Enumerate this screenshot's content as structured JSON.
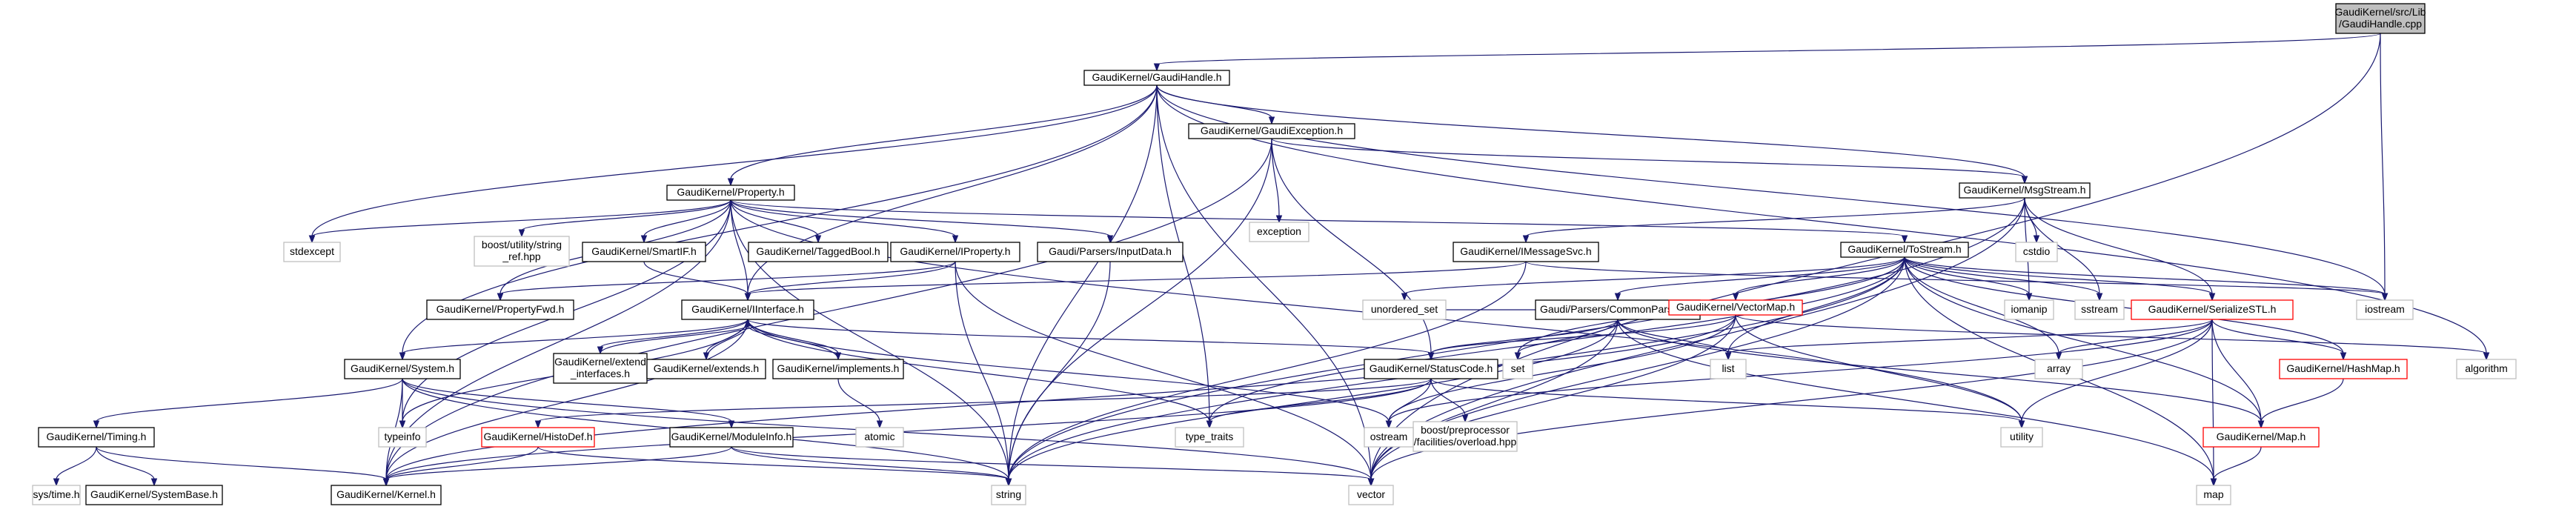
{
  "graph": {
    "root": "root",
    "nodes": [
      {
        "id": "root",
        "lines": [
          "GaudiKernel/src/Lib",
          "/GaudiHandle.cpp"
        ],
        "style": "root"
      },
      {
        "id": "gh",
        "lines": [
          "GaudiKernel/GaudiHandle.h"
        ],
        "style": "normal"
      },
      {
        "id": "ge",
        "lines": [
          "GaudiKernel/GaudiException.h"
        ],
        "style": "normal"
      },
      {
        "id": "prop",
        "lines": [
          "GaudiKernel/Property.h"
        ],
        "style": "normal"
      },
      {
        "id": "ms",
        "lines": [
          "GaudiKernel/MsgStream.h"
        ],
        "style": "normal"
      },
      {
        "id": "stdexcept",
        "lines": [
          "stdexcept"
        ],
        "style": "std"
      },
      {
        "id": "strref",
        "lines": [
          "boost/utility/string",
          "_ref.hpp"
        ],
        "style": "std"
      },
      {
        "id": "smartif",
        "lines": [
          "GaudiKernel/SmartIF.h"
        ],
        "style": "normal"
      },
      {
        "id": "tagged",
        "lines": [
          "GaudiKernel/TaggedBool.h"
        ],
        "style": "normal"
      },
      {
        "id": "iprop",
        "lines": [
          "GaudiKernel/IProperty.h"
        ],
        "style": "normal"
      },
      {
        "id": "inputdata",
        "lines": [
          "Gaudi/Parsers/InputData.h"
        ],
        "style": "normal"
      },
      {
        "id": "exception",
        "lines": [
          "exception"
        ],
        "style": "std"
      },
      {
        "id": "imsg",
        "lines": [
          "GaudiKernel/IMessageSvc.h"
        ],
        "style": "normal"
      },
      {
        "id": "tostream",
        "lines": [
          "GaudiKernel/ToStream.h"
        ],
        "style": "normal"
      },
      {
        "id": "cstdio",
        "lines": [
          "cstdio"
        ],
        "style": "std"
      },
      {
        "id": "pfwd",
        "lines": [
          "GaudiKernel/PropertyFwd.h"
        ],
        "style": "normal"
      },
      {
        "id": "iface",
        "lines": [
          "GaudiKernel/IInterface.h"
        ],
        "style": "normal"
      },
      {
        "id": "uset",
        "lines": [
          "unordered_set"
        ],
        "style": "std"
      },
      {
        "id": "cparsers",
        "lines": [
          "Gaudi/Parsers/CommonParsers.h"
        ],
        "style": "normal"
      },
      {
        "id": "iomanip",
        "lines": [
          "iomanip"
        ],
        "style": "std"
      },
      {
        "id": "sstream",
        "lines": [
          "sstream"
        ],
        "style": "std"
      },
      {
        "id": "serstl",
        "lines": [
          "GaudiKernel/SerializeSTL.h"
        ],
        "style": "trunc"
      },
      {
        "id": "iostream",
        "lines": [
          "iostream"
        ],
        "style": "std"
      },
      {
        "id": "vmap",
        "lines": [
          "GaudiKernel/VectorMap.h"
        ],
        "style": "trunc"
      },
      {
        "id": "algorithm",
        "lines": [
          "algorithm"
        ],
        "style": "std"
      },
      {
        "id": "system",
        "lines": [
          "GaudiKernel/System.h"
        ],
        "style": "normal"
      },
      {
        "id": "extif",
        "lines": [
          "GaudiKernel/extend",
          "_interfaces.h"
        ],
        "style": "normal"
      },
      {
        "id": "extends",
        "lines": [
          "GaudiKernel/extends.h"
        ],
        "style": "normal"
      },
      {
        "id": "impl",
        "lines": [
          "GaudiKernel/implements.h"
        ],
        "style": "normal"
      },
      {
        "id": "sc",
        "lines": [
          "GaudiKernel/StatusCode.h"
        ],
        "style": "normal"
      },
      {
        "id": "set",
        "lines": [
          "set"
        ],
        "style": "std"
      },
      {
        "id": "list",
        "lines": [
          "list"
        ],
        "style": "std"
      },
      {
        "id": "array",
        "lines": [
          "array"
        ],
        "style": "std"
      },
      {
        "id": "hashmap",
        "lines": [
          "GaudiKernel/HashMap.h"
        ],
        "style": "trunc"
      },
      {
        "id": "typeinfo",
        "lines": [
          "typeinfo"
        ],
        "style": "std"
      },
      {
        "id": "typetraits",
        "lines": [
          "type_traits"
        ],
        "style": "std"
      },
      {
        "id": "atomic",
        "lines": [
          "atomic"
        ],
        "style": "std"
      },
      {
        "id": "boostpp",
        "lines": [
          "boost/preprocessor",
          "/facilities/overload.hpp"
        ],
        "style": "std"
      },
      {
        "id": "ostream",
        "lines": [
          "ostream"
        ],
        "style": "std"
      },
      {
        "id": "utility",
        "lines": [
          "utility"
        ],
        "style": "std"
      },
      {
        "id": "map",
        "lines": [
          "GaudiKernel/Map.h"
        ],
        "style": "trunc"
      },
      {
        "id": "timing",
        "lines": [
          "GaudiKernel/Timing.h"
        ],
        "style": "normal"
      },
      {
        "id": "histodef",
        "lines": [
          "GaudiKernel/HistoDef.h"
        ],
        "style": "trunc"
      },
      {
        "id": "modinfo",
        "lines": [
          "GaudiKernel/ModuleInfo.h"
        ],
        "style": "normal"
      },
      {
        "id": "systime",
        "lines": [
          "sys/time.h"
        ],
        "style": "std"
      },
      {
        "id": "sysbase",
        "lines": [
          "GaudiKernel/SystemBase.h"
        ],
        "style": "normal"
      },
      {
        "id": "kernel",
        "lines": [
          "GaudiKernel/Kernel.h"
        ],
        "style": "normal"
      },
      {
        "id": "string",
        "lines": [
          "string"
        ],
        "style": "std"
      },
      {
        "id": "vector",
        "lines": [
          "vector"
        ],
        "style": "std"
      },
      {
        "id": "stdmap",
        "lines": [
          "map"
        ],
        "style": "std"
      }
    ],
    "edges": [
      [
        "root",
        "gh"
      ],
      [
        "root",
        "iostream"
      ],
      [
        "root",
        "vector"
      ],
      [
        "gh",
        "ge"
      ],
      [
        "gh",
        "prop"
      ],
      [
        "gh",
        "system"
      ],
      [
        "gh",
        "iface"
      ],
      [
        "gh",
        "stdexcept"
      ],
      [
        "gh",
        "string"
      ],
      [
        "gh",
        "typetraits"
      ],
      [
        "gh",
        "algorithm"
      ],
      [
        "gh",
        "iostream"
      ],
      [
        "gh",
        "vector"
      ],
      [
        "gh",
        "ms"
      ],
      [
        "ge",
        "exception"
      ],
      [
        "ge",
        "kernel"
      ],
      [
        "ge",
        "sc"
      ],
      [
        "ge",
        "string"
      ],
      [
        "ge",
        "ms"
      ],
      [
        "prop",
        "stdexcept"
      ],
      [
        "prop",
        "strref"
      ],
      [
        "prop",
        "smartif"
      ],
      [
        "prop",
        "tagged"
      ],
      [
        "prop",
        "iprop"
      ],
      [
        "prop",
        "inputdata"
      ],
      [
        "prop",
        "tostream"
      ],
      [
        "prop",
        "pfwd"
      ],
      [
        "prop",
        "iface"
      ],
      [
        "prop",
        "kernel"
      ],
      [
        "prop",
        "string"
      ],
      [
        "prop",
        "typeinfo"
      ],
      [
        "prop",
        "utility"
      ],
      [
        "ms",
        "imsg"
      ],
      [
        "ms",
        "serstl"
      ],
      [
        "ms",
        "cstdio"
      ],
      [
        "ms",
        "iomanip"
      ],
      [
        "ms",
        "sstream"
      ],
      [
        "ms",
        "string"
      ],
      [
        "ms",
        "vector"
      ],
      [
        "smartif",
        "iface"
      ],
      [
        "iprop",
        "pfwd"
      ],
      [
        "iprop",
        "iface"
      ],
      [
        "iprop",
        "string"
      ],
      [
        "iprop",
        "vector"
      ],
      [
        "inputdata",
        "string"
      ],
      [
        "imsg",
        "iface"
      ],
      [
        "imsg",
        "string"
      ],
      [
        "imsg",
        "iostream"
      ],
      [
        "tostream",
        "cparsers"
      ],
      [
        "tostream",
        "vmap"
      ],
      [
        "tostream",
        "serstl"
      ],
      [
        "tostream",
        "iomanip"
      ],
      [
        "tostream",
        "sstream"
      ],
      [
        "tostream",
        "iostream"
      ],
      [
        "tostream",
        "uset"
      ],
      [
        "tostream",
        "set"
      ],
      [
        "tostream",
        "list"
      ],
      [
        "tostream",
        "array"
      ],
      [
        "tostream",
        "map"
      ],
      [
        "tostream",
        "hashmap"
      ],
      [
        "tostream",
        "string"
      ],
      [
        "tostream",
        "vector"
      ],
      [
        "tostream",
        "stdmap"
      ],
      [
        "tostream",
        "typetraits"
      ],
      [
        "iface",
        "system"
      ],
      [
        "iface",
        "extif"
      ],
      [
        "iface",
        "extends"
      ],
      [
        "iface",
        "impl"
      ],
      [
        "iface",
        "sc"
      ],
      [
        "iface",
        "kernel"
      ],
      [
        "iface",
        "typeinfo"
      ],
      [
        "iface",
        "ostream"
      ],
      [
        "iface",
        "typetraits"
      ],
      [
        "cparsers",
        "sc"
      ],
      [
        "cparsers",
        "set"
      ],
      [
        "cparsers",
        "list"
      ],
      [
        "cparsers",
        "map"
      ],
      [
        "cparsers",
        "string"
      ],
      [
        "cparsers",
        "vector"
      ],
      [
        "cparsers",
        "uset"
      ],
      [
        "cparsers",
        "stdmap"
      ],
      [
        "serstl",
        "list"
      ],
      [
        "serstl",
        "array"
      ],
      [
        "serstl",
        "hashmap"
      ],
      [
        "serstl",
        "map"
      ],
      [
        "serstl",
        "utility"
      ],
      [
        "serstl",
        "vector"
      ],
      [
        "serstl",
        "stdmap"
      ],
      [
        "serstl",
        "ostream"
      ],
      [
        "vmap",
        "sc"
      ],
      [
        "vmap",
        "algorithm"
      ],
      [
        "vmap",
        "utility"
      ],
      [
        "vmap",
        "vector"
      ],
      [
        "vmap",
        "ostream"
      ],
      [
        "vmap",
        "kernel"
      ],
      [
        "system",
        "timing"
      ],
      [
        "system",
        "modinfo"
      ],
      [
        "system",
        "kernel"
      ],
      [
        "system",
        "typeinfo"
      ],
      [
        "system",
        "string"
      ],
      [
        "system",
        "vector"
      ],
      [
        "extif",
        "iface"
      ],
      [
        "extends",
        "iface"
      ],
      [
        "impl",
        "iface"
      ],
      [
        "impl",
        "atomic"
      ],
      [
        "sc",
        "boostpp"
      ],
      [
        "sc",
        "ostream"
      ],
      [
        "sc",
        "typetraits"
      ],
      [
        "sc",
        "utility"
      ],
      [
        "sc",
        "histodef"
      ],
      [
        "sc",
        "kernel"
      ],
      [
        "hashmap",
        "map"
      ],
      [
        "map",
        "stdmap"
      ],
      [
        "timing",
        "systime"
      ],
      [
        "timing",
        "sysbase"
      ],
      [
        "timing",
        "kernel"
      ],
      [
        "histodef",
        "kernel"
      ],
      [
        "histodef",
        "string"
      ],
      [
        "modinfo",
        "kernel"
      ],
      [
        "modinfo",
        "string"
      ],
      [
        "modinfo",
        "vector"
      ]
    ]
  },
  "colors": {
    "edge": "#191970",
    "node_border": "#000000",
    "std_border": "#bfbfbf",
    "truncated_border": "#ff0000",
    "root_fill": "#bfbfbf",
    "node_fill": "#ffffff",
    "text": "#000000",
    "std_text": "#000000"
  }
}
